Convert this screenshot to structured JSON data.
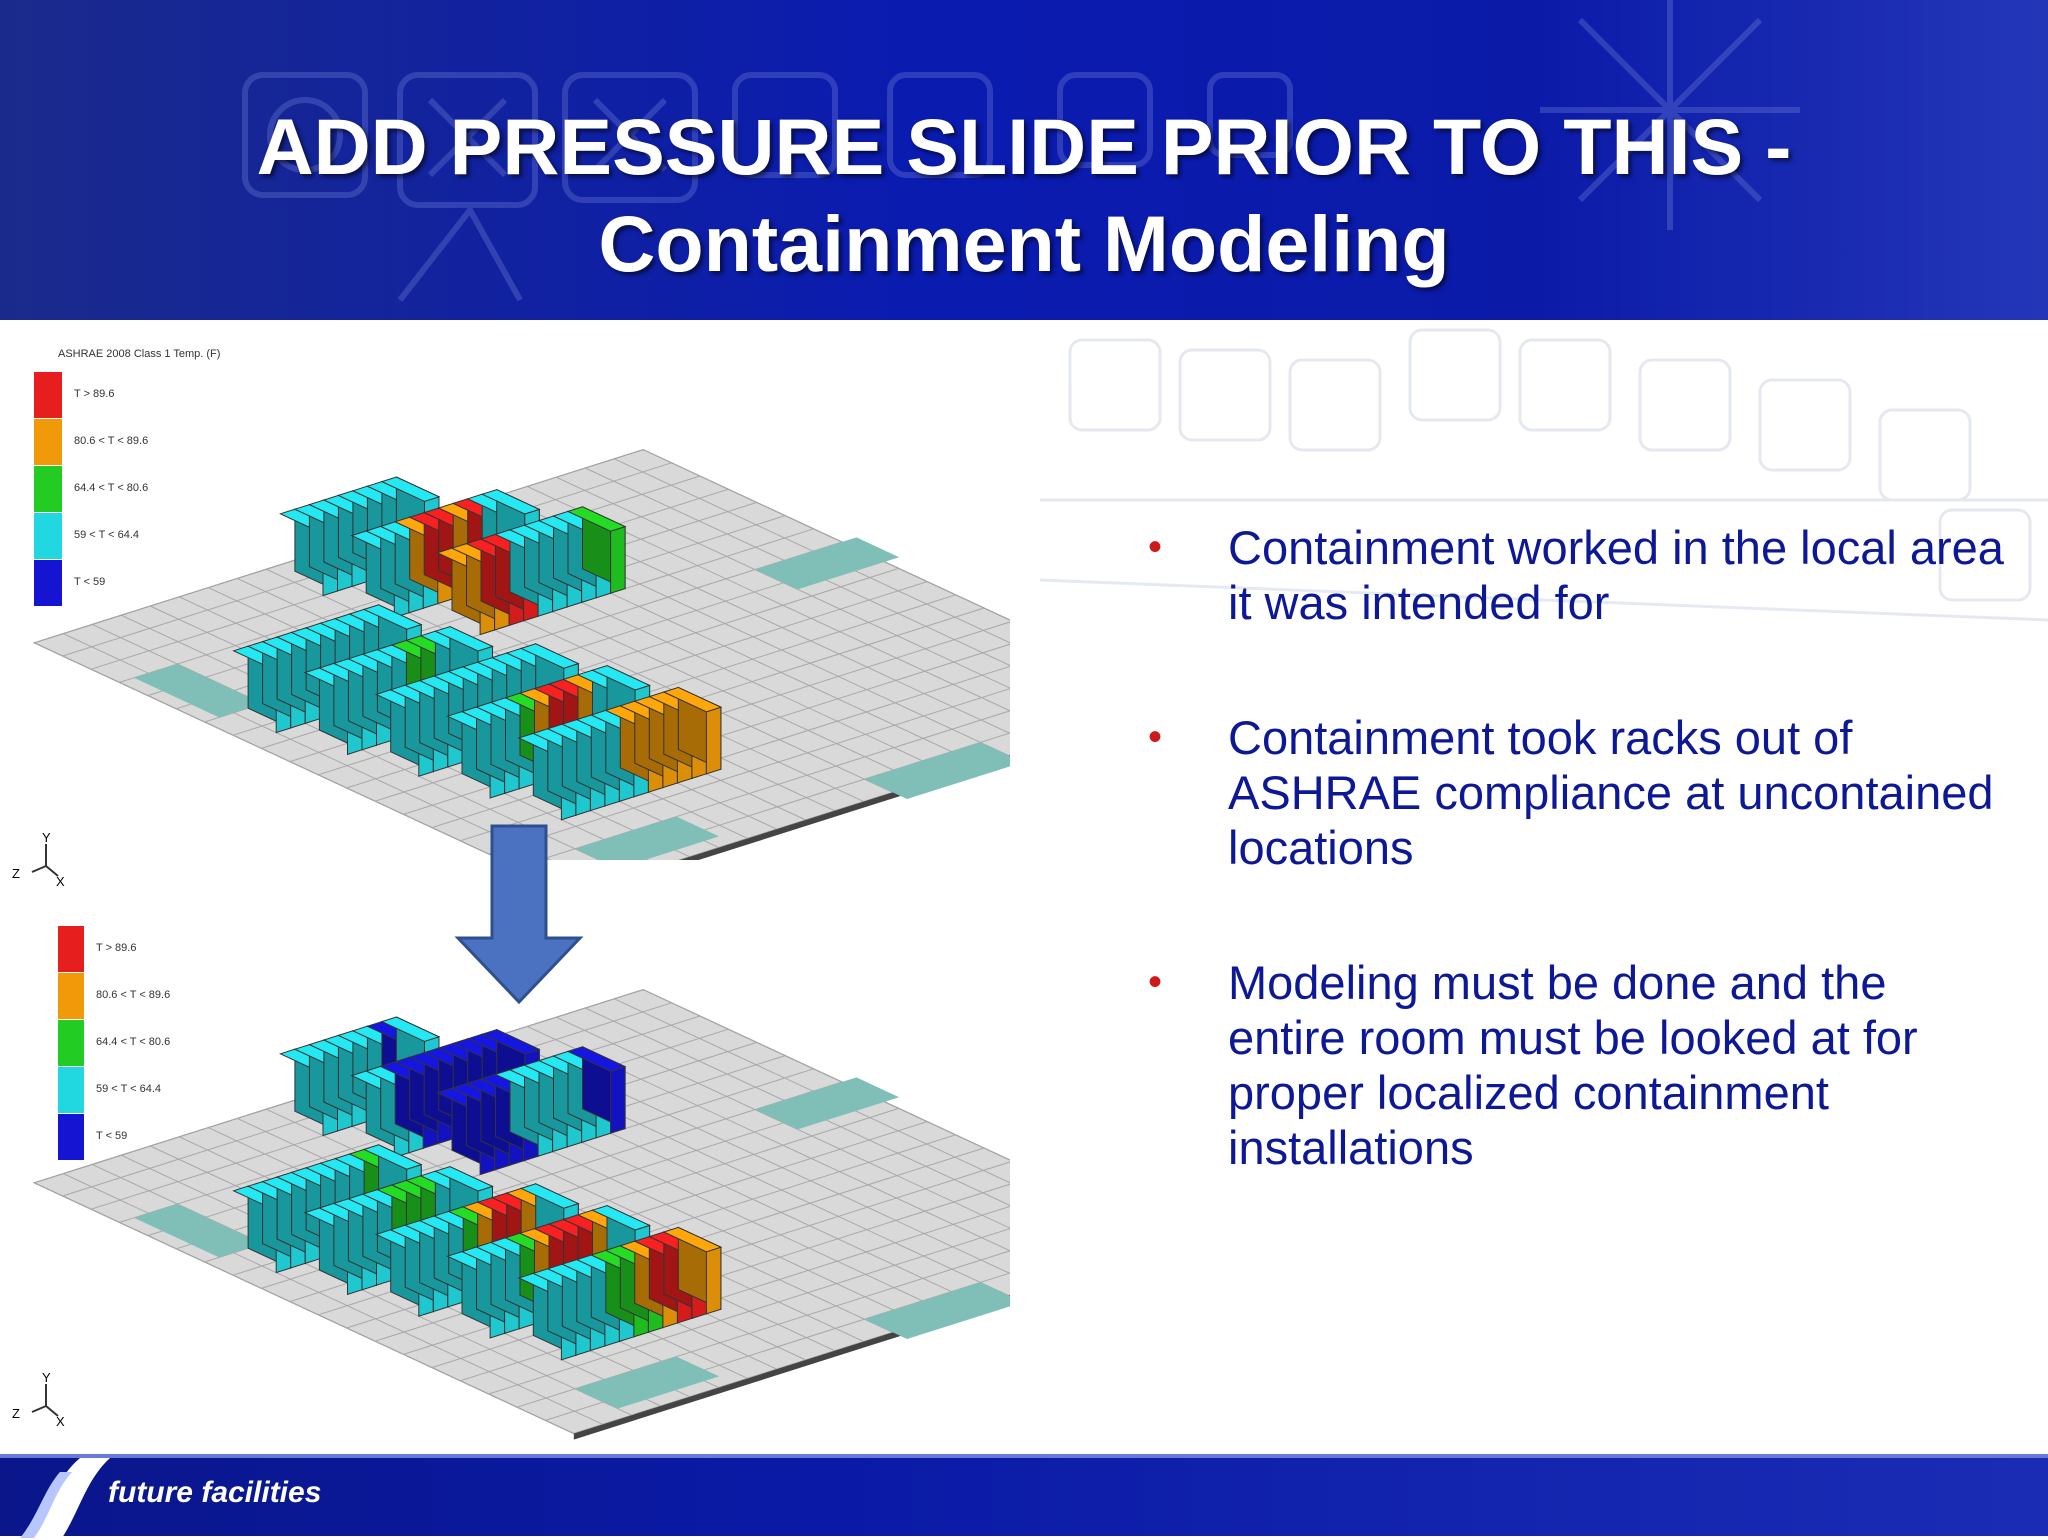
{
  "slide": {
    "title_line1": "ADD PRESSURE SLIDE PRIOR TO THIS -",
    "title_line2": "Containment Modeling"
  },
  "top_panel": {
    "legend_title": "ASHRAE 2008 Class 1 Temp. (F)",
    "legend": [
      {
        "label": "T > 89.6",
        "color": "#e61e1e"
      },
      {
        "label": "80.6 < T < 89.6",
        "color": "#f09a0a"
      },
      {
        "label": "64.4 < T < 80.6",
        "color": "#22cc22"
      },
      {
        "label": "59 < T < 64.4",
        "color": "#22d8e0"
      },
      {
        "label": "T < 59",
        "color": "#1414d2"
      }
    ],
    "axis": {
      "y": "Y",
      "z": "Z",
      "x": "X"
    }
  },
  "bottom_panel": {
    "legend": [
      {
        "label": "T > 89.6",
        "color": "#e61e1e"
      },
      {
        "label": "80.6 < T < 89.6",
        "color": "#f09a0a"
      },
      {
        "label": "64.4 < T < 80.6",
        "color": "#22cc22"
      },
      {
        "label": "59 < T < 64.4",
        "color": "#22d8e0"
      },
      {
        "label": "T < 59",
        "color": "#1414d2"
      }
    ],
    "axis": {
      "y": "Y",
      "z": "Z",
      "x": "X"
    }
  },
  "bullets": [
    "Containment worked in the local area it was intended for",
    "Containment took racks out of ASHRAE compliance at uncontained locations",
    "Modeling must be done and the entire room must be looked at for proper localized containment installations"
  ],
  "footer": {
    "brand": "future facilities"
  },
  "colors": {
    "header_blue": "#0a1bb0",
    "bullet_text": "#0d1896",
    "bullet_marker": "#cc1a1a",
    "arrow_fill": "#4a72c0",
    "rack_cyan": "#22d8e0"
  }
}
